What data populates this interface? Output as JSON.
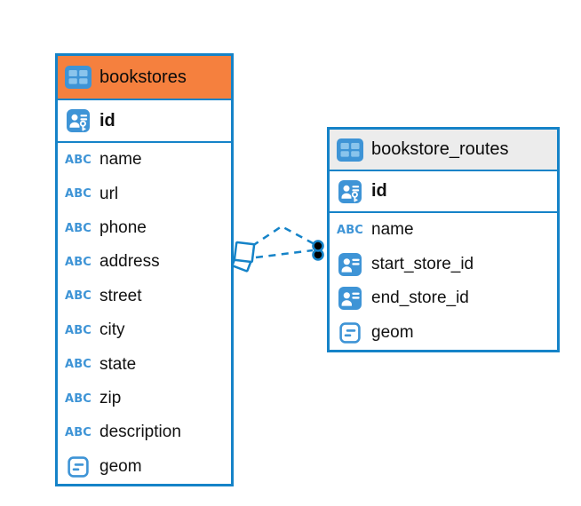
{
  "colors": {
    "table_border": "#1583C8",
    "icon_blue": "#3E94D6",
    "bookstores_header": "#F5803E",
    "routes_header": "#ECECEC",
    "relationship_line": "#1583C8",
    "text": "#111111"
  },
  "icons": {
    "text_glyph": "ABC"
  },
  "diagram": {
    "tables": [
      {
        "name": "bookstores",
        "primary_key": {
          "label": "id"
        },
        "columns": [
          {
            "label": "name",
            "type": "text"
          },
          {
            "label": "url",
            "type": "text"
          },
          {
            "label": "phone",
            "type": "text"
          },
          {
            "label": "address",
            "type": "text"
          },
          {
            "label": "street",
            "type": "text"
          },
          {
            "label": "city",
            "type": "text"
          },
          {
            "label": "state",
            "type": "text"
          },
          {
            "label": "zip",
            "type": "text"
          },
          {
            "label": "description",
            "type": "text"
          },
          {
            "label": "geom",
            "type": "geometry"
          }
        ]
      },
      {
        "name": "bookstore_routes",
        "primary_key": {
          "label": "id"
        },
        "columns": [
          {
            "label": "name",
            "type": "text"
          },
          {
            "label": "start_store_id",
            "type": "reference"
          },
          {
            "label": "end_store_id",
            "type": "reference"
          },
          {
            "label": "geom",
            "type": "geometry"
          }
        ]
      }
    ],
    "relationships": [
      {
        "style": "dashed",
        "source_table": "bookstores",
        "target_table": "bookstore_routes"
      },
      {
        "style": "dashed",
        "source_table": "bookstores",
        "target_table": "bookstore_routes"
      }
    ]
  }
}
